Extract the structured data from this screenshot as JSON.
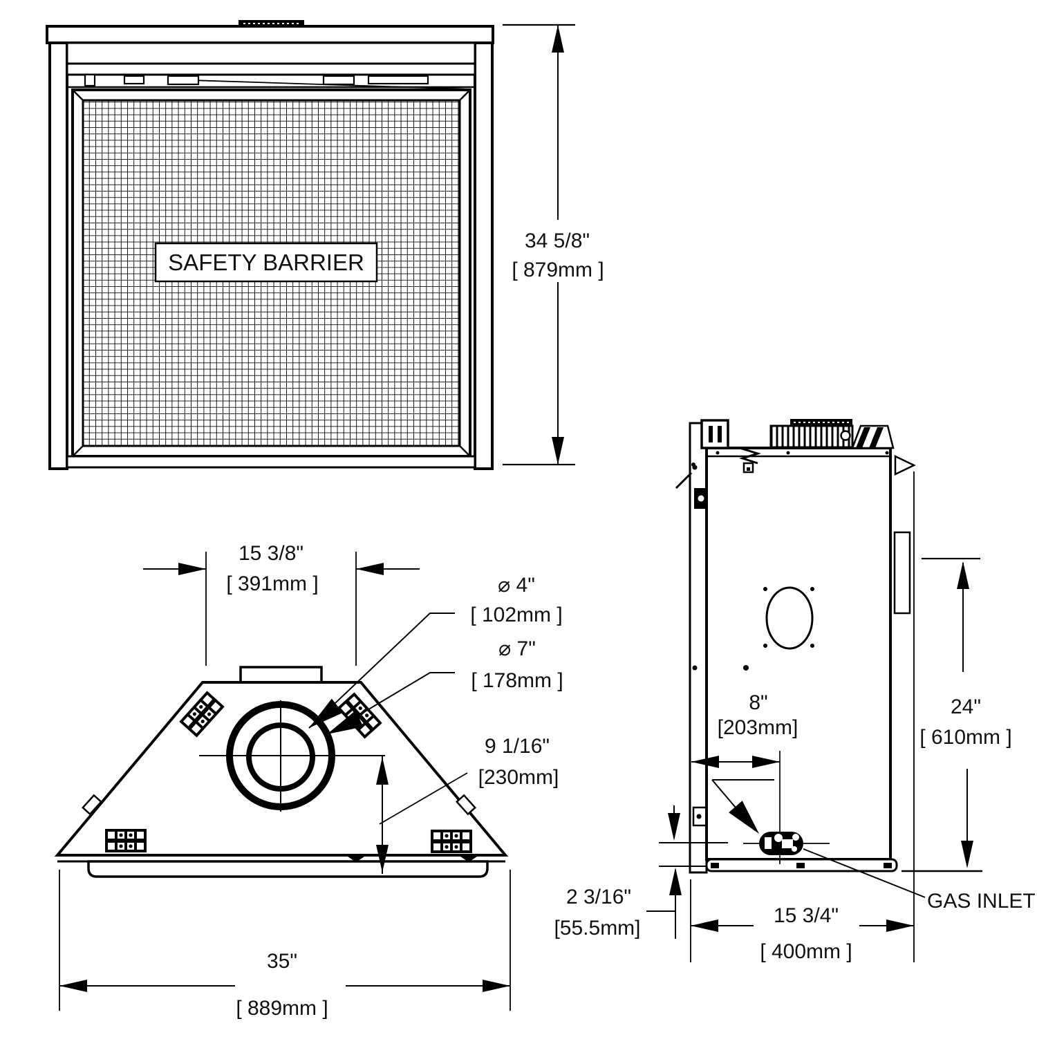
{
  "drawing": {
    "labels": {
      "safety_barrier": "SAFETY BARRIER",
      "gas_inlet": "GAS INLET"
    },
    "front": {
      "height_in": "34 5/8\"",
      "height_mm": "[ 879mm ]"
    },
    "top": {
      "collar_offset_in": "15 3/8\"",
      "collar_offset_mm": "[ 391mm ]",
      "flue_inner_d_in": "⌀ 4\"",
      "flue_inner_d_mm": "[ 102mm ]",
      "flue_outer_d_in": "⌀ 7\"",
      "flue_outer_d_mm": "[ 178mm ]",
      "flue_center_in": "9 1/16\"",
      "flue_center_mm": "[230mm]",
      "width_in": "35\"",
      "width_mm": "[ 889mm ]"
    },
    "side": {
      "gas_offset_in": "8\"",
      "gas_offset_mm": "[203mm]",
      "rear_h_in": "24\"",
      "rear_h_mm": "[ 610mm ]",
      "base_gap_in": "2 3/16\"",
      "base_gap_mm": "[55.5mm]",
      "depth_in": "15 3/4\"",
      "depth_mm": "[ 400mm ]"
    }
  }
}
